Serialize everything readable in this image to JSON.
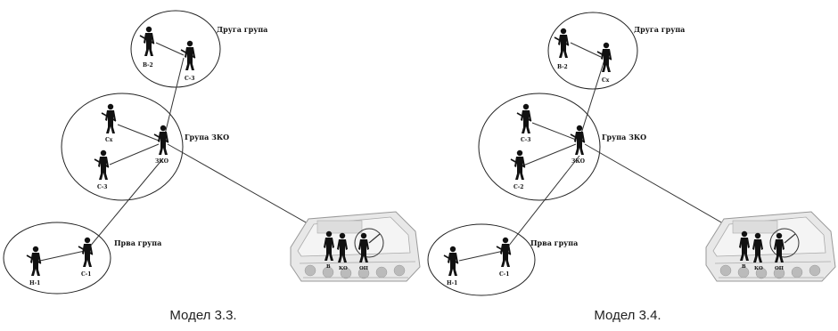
{
  "models": [
    {
      "caption": "Модел 3.3.",
      "group_labels": {
        "second": "Друга група",
        "zko": "Група ЗКО",
        "first": "Прва група"
      },
      "soldiers": {
        "b2": "В-2",
        "c3top": "С-3",
        "cx": "Сх",
        "zko": "ЗКО",
        "c2mid": "С-3",
        "c1": "С-1",
        "h1": "Н-1"
      },
      "vehicle_crew": [
        "В",
        "КО",
        "ОП"
      ]
    },
    {
      "caption": "Модел 3.4.",
      "group_labels": {
        "second": "Друга група",
        "zko": "Група ЗКО",
        "first": "Прва група"
      },
      "soldiers": {
        "b2": "В-2",
        "c3top": "Сх",
        "cx": "С-3",
        "zko": "ЗКО",
        "c2mid": "С-2",
        "c1": "С-1",
        "h1": "Н-1"
      },
      "vehicle_crew": [
        "В",
        "КО",
        "ОП"
      ]
    }
  ]
}
